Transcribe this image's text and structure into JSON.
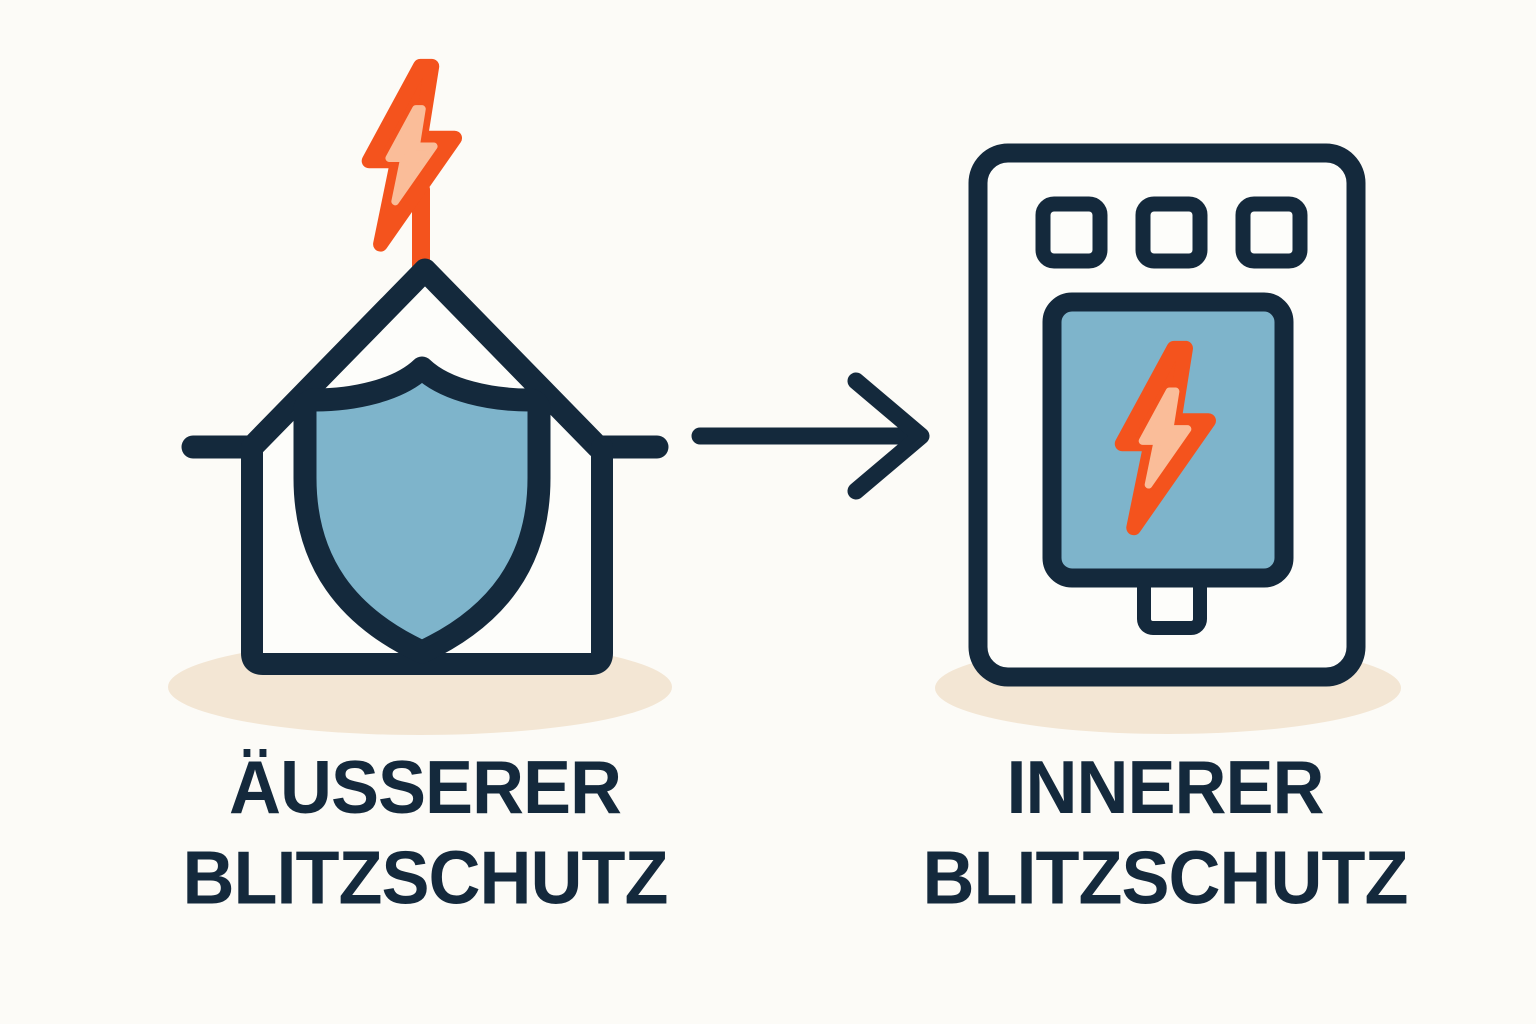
{
  "labels": {
    "left": {
      "line1": "ÄUSSERER",
      "line2": "BLITZSCHUTZ"
    },
    "right": {
      "line1": "INNERER",
      "line2": "BLITZSCHUTZ"
    }
  },
  "icons": {
    "left": "house-with-shield-and-lightning-icon",
    "middle": "right-arrow-icon",
    "right": "surge-protector-panel-icon"
  },
  "colors": {
    "background": "#fcfbf7",
    "navy": "#14293c",
    "white": "#fdfdfa",
    "orange": "#f4531d",
    "orange_light": "#fabd99",
    "blue": "#7eb4cb",
    "beige_shadow": "#f3e6d4",
    "text": "#14293c"
  }
}
